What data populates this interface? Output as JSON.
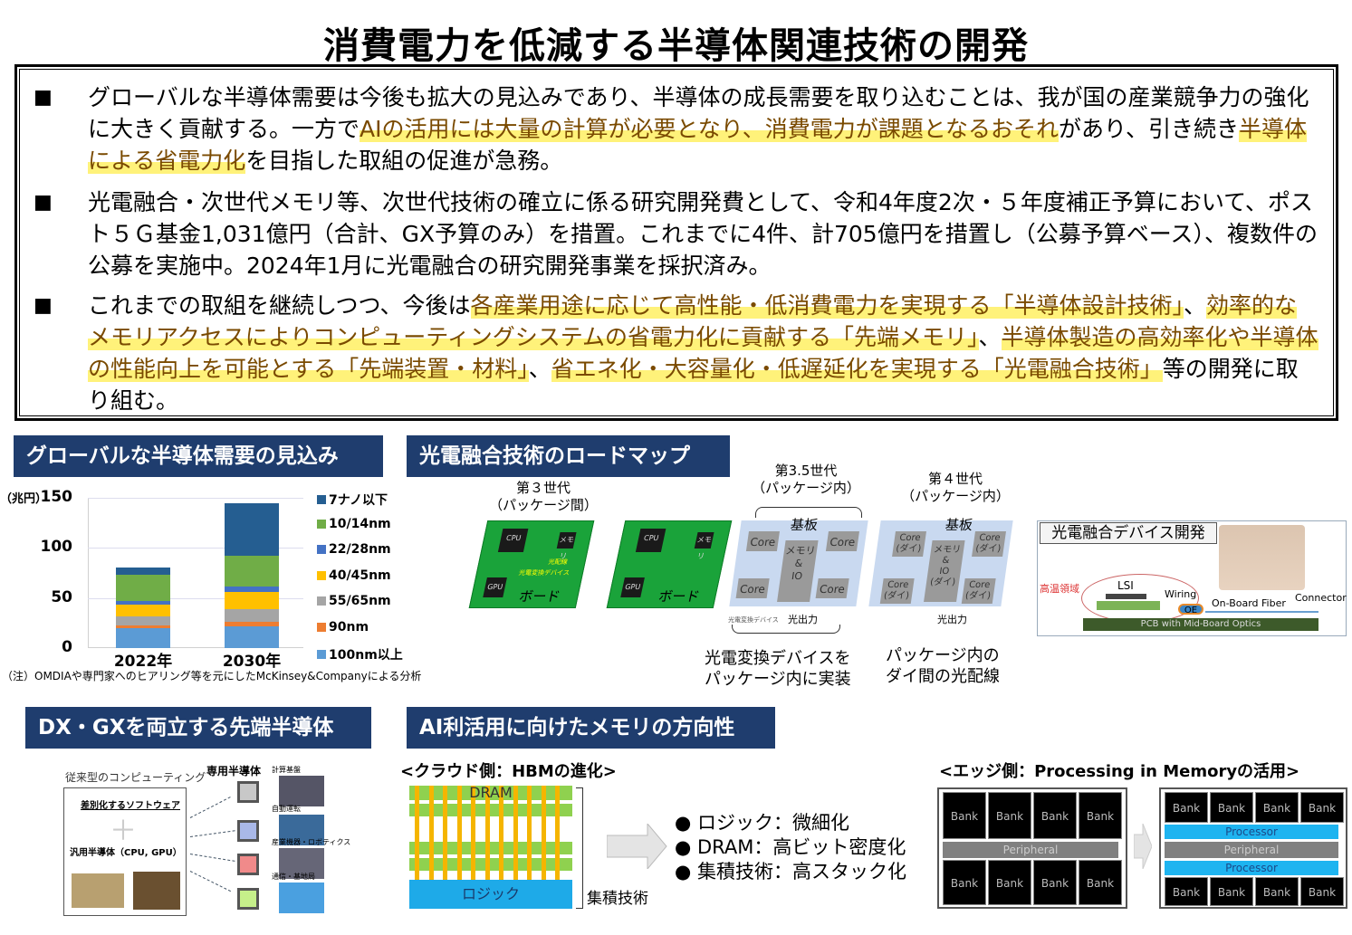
{
  "title": "消費電力を低減する半導体関連技術の開発",
  "summary": {
    "bullet_mark": "■",
    "bullets": [
      [
        {
          "text": "グローバルな半導体需要は今後も拡大の見込みであり、半導体の成長需要を取り込むことは、我が国の産業競争力の強化に大きく貢献する。一方で",
          "hl": false
        },
        {
          "text": "AIの活用には大量の計算が必要となり、消費電力が課題となるおそれ",
          "hl": true
        },
        {
          "text": "があり、引き続き",
          "hl": false
        },
        {
          "text": "半導体による省電力化",
          "hl": true
        },
        {
          "text": "を目指した取組の促進が急務。",
          "hl": false
        }
      ],
      [
        {
          "text": "光電融合・次世代メモリ等、次世代技術の確立に係る研究開発費として、令和4年度2次・５年度補正予算において、ポスト５Ｇ基金1,031億円（合計、GX予算のみ）を措置。これまでに4件、計705億円を措置し（公募予算ベース）、複数件の公募を実施中。2024年1月に光電融合の研究開発事業を採択済み。",
          "hl": false
        }
      ],
      [
        {
          "text": "これまでの取組を継続しつつ、今後は",
          "hl": false
        },
        {
          "text": "各産業用途に応じて高性能・低消費電力を実現する「半導体設計技術」",
          "hl": true
        },
        {
          "text": "、",
          "hl": false
        },
        {
          "text": "効率的なメモリアクセスによりコンピューティングシステムの省電力化に貢献する「先端メモリ」",
          "hl": true
        },
        {
          "text": "、",
          "hl": false
        },
        {
          "text": "半導体製造の高効率化や半導体の性能向上を可能とする「先端装置・材料」",
          "hl": true
        },
        {
          "text": "、",
          "hl": false
        },
        {
          "text": "省エネ化・大容量化・低遅延化を実現する「光電融合技術」",
          "hl": true
        },
        {
          "text": "等の開発に取り組む。",
          "hl": false
        }
      ]
    ]
  },
  "sections": {
    "demand": "グローバルな半導体需要の見込み",
    "roadmap": "光電融合技術のロードマップ",
    "dxgx": "DX・GXを両立する先端半導体",
    "memory": "AI利活用に向けたメモリの方向性"
  },
  "chart_data": {
    "type": "bar",
    "stacked": true,
    "unit_label": "（兆円）",
    "categories": [
      "2022年",
      "2030年"
    ],
    "ylim": [
      0,
      150
    ],
    "yticks": [
      "0",
      "50",
      "100",
      "150"
    ],
    "grid": true,
    "legend_placement": "right",
    "series": [
      {
        "name": "100nm以上",
        "color": "#5b9bd5",
        "values": [
          20,
          22
        ]
      },
      {
        "name": "90nm",
        "color": "#ed7d31",
        "values": [
          3,
          4
        ]
      },
      {
        "name": "55/65nm",
        "color": "#a5a5a5",
        "values": [
          9,
          13
        ]
      },
      {
        "name": "40/45nm",
        "color": "#ffc000",
        "values": [
          11,
          17
        ]
      },
      {
        "name": "22/28nm",
        "color": "#4472c4",
        "values": [
          4,
          5
        ]
      },
      {
        "name": "10/14nm",
        "color": "#70ad47",
        "values": [
          26,
          31
        ]
      },
      {
        "name": "7ナノ以下",
        "color": "#255e91",
        "values": [
          7,
          53
        ]
      }
    ],
    "note": "（注）OMDIAや専門家へのヒアリング等を元にしたMcKinsey&Companyによる分析"
  },
  "roadmap": {
    "gen3": [
      "第３世代",
      "（パッケージ間）"
    ],
    "gen35": [
      "第3.5世代",
      "（パッケージ内）"
    ],
    "gen4": [
      "第４世代",
      "（パッケージ内）"
    ],
    "board": "ボード",
    "cpu": "CPU",
    "gpu": "GPU",
    "memory_chip": "メモリ",
    "optical_wiring": "光配線",
    "converter_small": "光電変換デバイス",
    "substrate": "基板",
    "core": "Core",
    "core_die": "Core\n(ダイ)",
    "mem_io": "メモリ\n&\nIO",
    "mem_io_die": "メモリ\n&\nIO\n(ダイ)",
    "light_out": "光出力",
    "caption35": [
      "光電変換デバイスを",
      "パッケージ内に実装"
    ],
    "caption4": [
      "パッケージ内の",
      "ダイ間の光配線"
    ],
    "device": {
      "title": "光電融合デバイス開発",
      "hot_zone": "高温領域",
      "lsi": "LSI",
      "wiring": "Wiring",
      "oe": "OE",
      "fiber": "On-Board Fiber",
      "connector": "Connector",
      "pcb": "PCB with Mid-Board Optics"
    }
  },
  "dxgx": {
    "conventional": "従来型のコンピューティング",
    "software": "差別化するソフトウェア",
    "plus": "＋",
    "general": "汎用半導体（CPU, GPU）",
    "dedicated": "専用半導体",
    "apps": [
      "計算基盤",
      "自動運転",
      "産業機器・ロボティクス",
      "通信・基地局"
    ],
    "chip_colors": [
      "#c8c8c8",
      "#a9b8e8",
      "#f08a8a",
      "#c6f08a"
    ]
  },
  "memory": {
    "cloud_title": "<クラウド側：HBMの進化>",
    "dram": "DRAM",
    "logic": "ロジック",
    "integration": "集積技術",
    "points": [
      "ロジック：微細化",
      "DRAM：高ビット密度化",
      "集積技術：高スタック化"
    ],
    "edge_title": "<エッジ側：Processing in Memoryの活用>",
    "bank": "Bank",
    "peripheral": "Peripheral",
    "processor": "Processor"
  }
}
